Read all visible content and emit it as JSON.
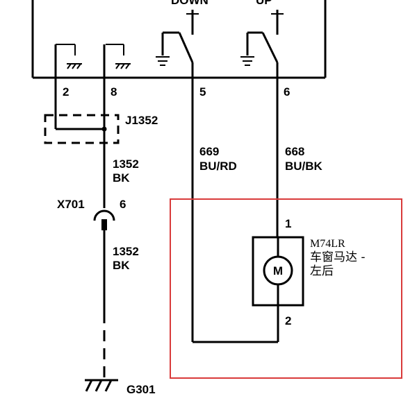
{
  "switch_labels": {
    "down": "DOWN",
    "up": "UP"
  },
  "pins": {
    "p2": "2",
    "p8": "8",
    "p5": "5",
    "p6": "6",
    "motor_top": "1",
    "motor_bottom": "2"
  },
  "splice": {
    "id": "J1352"
  },
  "wires": {
    "w669": {
      "number": "669",
      "color": "BU/RD"
    },
    "w668": {
      "number": "668",
      "color": "BU/BK"
    },
    "w1352_upper": {
      "number": "1352",
      "color": "BK"
    },
    "w1352_lower": {
      "number": "1352",
      "color": "BK"
    }
  },
  "connector": {
    "id": "X701",
    "pin": "6"
  },
  "motor": {
    "code": "M74LR",
    "name_line1": "车窗马达 -",
    "name_line2": "左后",
    "symbol": "M"
  },
  "ground": {
    "id": "G301"
  },
  "highlight_color": "#d93a3a"
}
